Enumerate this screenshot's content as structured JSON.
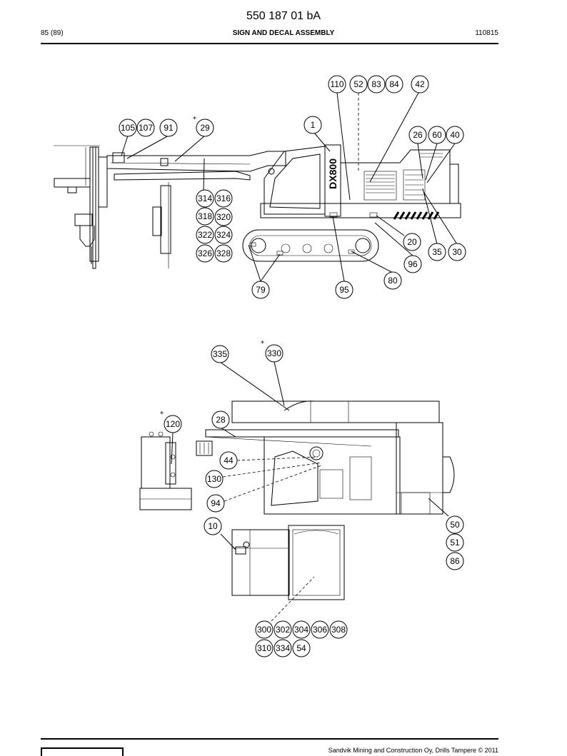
{
  "header": {
    "doc_number": "550 187 01 bA",
    "page": "85 (89)",
    "title": "SIGN AND DECAL ASSEMBLY",
    "date": "110815"
  },
  "footer": {
    "copyright": "Sandvik Mining and Construction Oy, Drills Tampere © 2011"
  },
  "drawing": {
    "cab_label": "DX800",
    "star": "*",
    "callouts_top": [
      "110",
      "52",
      "83",
      "84",
      "42",
      "1",
      "105",
      "107",
      "91",
      "29",
      "26",
      "60",
      "40",
      "314",
      "316",
      "318",
      "320",
      "322",
      "324",
      "326",
      "328",
      "20",
      "35",
      "30",
      "96",
      "80",
      "79",
      "95"
    ],
    "callouts_bottom": [
      "335",
      "330",
      "120",
      "28",
      "44",
      "130",
      "94",
      "10",
      "50",
      "51",
      "86",
      "300",
      "302",
      "304",
      "306",
      "308",
      "310",
      "334",
      "54"
    ]
  }
}
